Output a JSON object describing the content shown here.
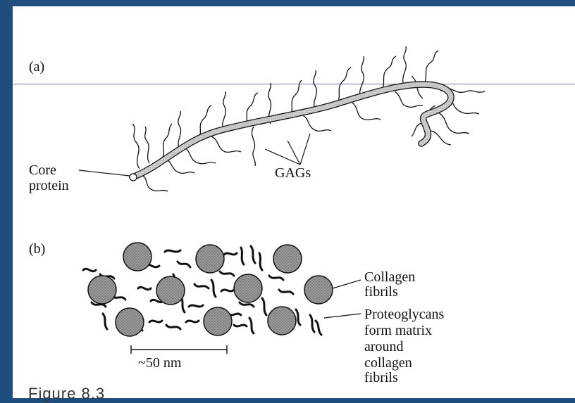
{
  "colors": {
    "frame": "#1f4d7d",
    "panel": "#ffffff",
    "rule": "#6b7f96",
    "ink": "#111111",
    "fibril_fill": "#8c8c8c",
    "protein_fill": "#bdbdbd"
  },
  "panel_a": {
    "label": "(a)",
    "core_protein_label_line1": "Core",
    "core_protein_label_line2": "protein",
    "gags_label": "GAGs"
  },
  "panel_b": {
    "label": "(b)",
    "collagen_label_line1": "Collagen",
    "collagen_label_line2": "fibrils",
    "proteoglycan_label_lines": [
      "Proteoglycans",
      "form matrix",
      "around",
      "collagen",
      "fibrils"
    ],
    "scale_bar_label": "~50 nm"
  },
  "figure_caption": "Figure 8.3"
}
